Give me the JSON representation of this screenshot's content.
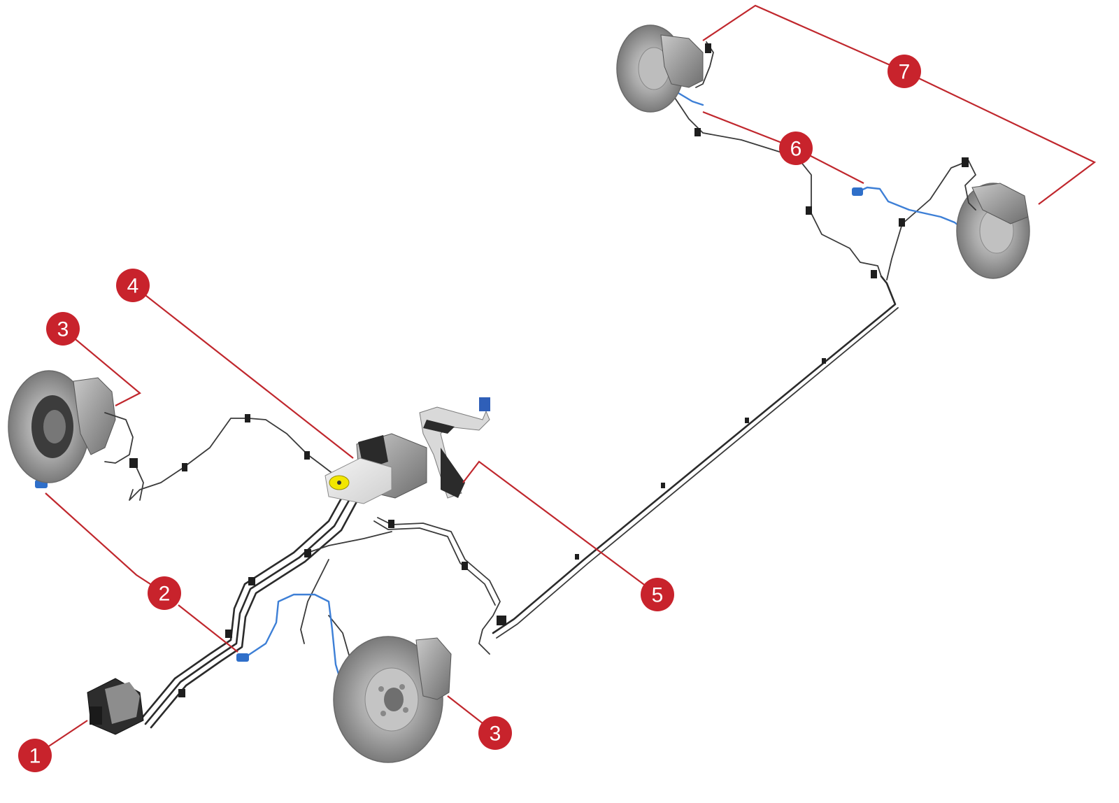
{
  "callouts": [
    {
      "number": "1",
      "color": "#c8232c"
    },
    {
      "number": "2",
      "color": "#c8232c"
    },
    {
      "number": "3",
      "color": "#c8232c"
    },
    {
      "number": "3",
      "color": "#c8232c"
    },
    {
      "number": "4",
      "color": "#c8232c"
    },
    {
      "number": "5",
      "color": "#c8232c"
    },
    {
      "number": "6",
      "color": "#c8232c"
    },
    {
      "number": "7",
      "color": "#c8232c"
    }
  ],
  "colors": {
    "leader": "#c0272d",
    "disc": "#8e8e8e",
    "brake_line": "#2b2b2b",
    "sensor_wire": "#3d7fd6",
    "reservoir_cap": "#f2e600"
  },
  "components": [
    "abs-module-icon",
    "wheel-speed-sensor-icon",
    "brake-disc-icon",
    "master-cylinder-icon",
    "brake-pedal-icon",
    "caliper-icon"
  ]
}
